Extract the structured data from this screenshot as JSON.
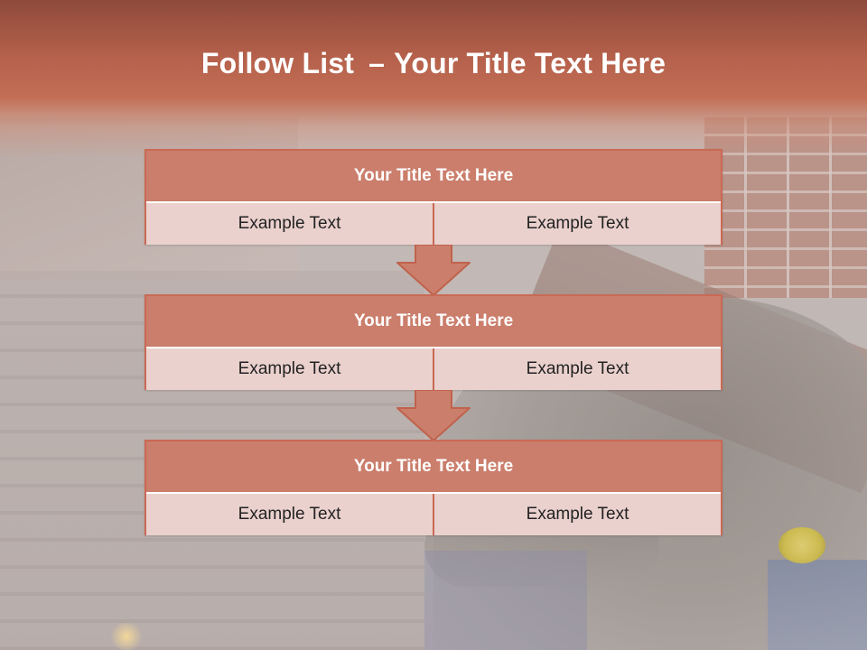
{
  "slide": {
    "title_bold": "Follow List",
    "title_dash": "–",
    "title_rest": "Your Title Text Here"
  },
  "boxes": [
    {
      "title": "Your Title Text Here",
      "left": "Example Text",
      "right": "Example Text"
    },
    {
      "title": "Your Title Text Here",
      "left": "Example Text",
      "right": "Example Text"
    },
    {
      "title": "Your Title Text Here",
      "left": "Example Text",
      "right": "Example Text"
    }
  ],
  "colors": {
    "header_accent": "#b4604b",
    "box_title_fill": "#cb7e6c",
    "box_cell_fill": "#ead1cd",
    "border": "#c96a55",
    "arrow_fill": "#cb7e6c"
  },
  "icons": [
    "down-arrow-icon",
    "down-arrow-icon"
  ]
}
